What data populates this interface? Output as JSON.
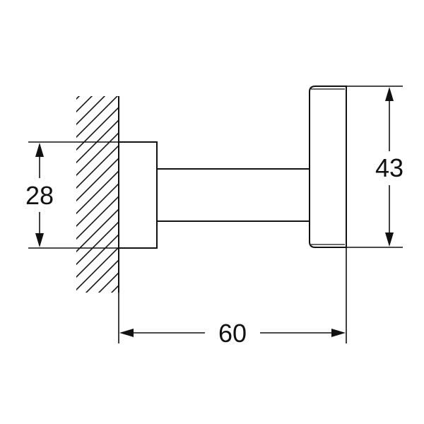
{
  "drawing": {
    "stroke_color": "#111111",
    "background": "#ffffff",
    "dimensions": {
      "height_mount": "28",
      "height_head": "43",
      "projection": "60"
    }
  }
}
